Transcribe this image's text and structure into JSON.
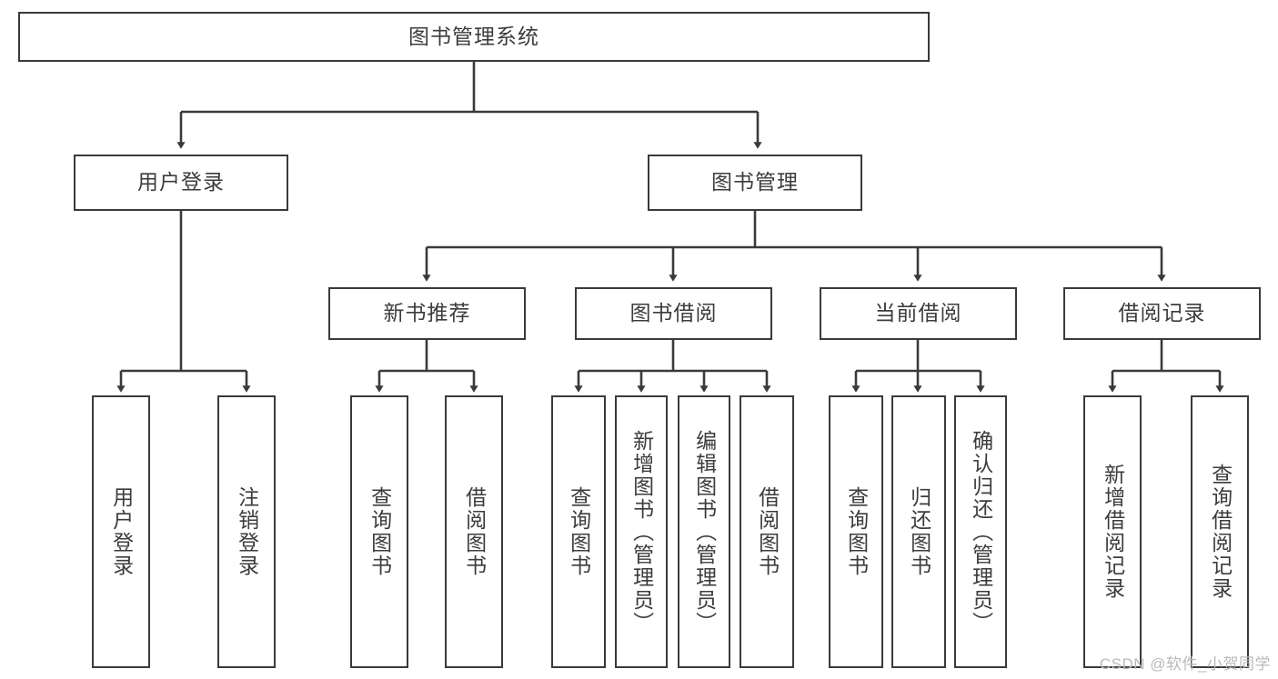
{
  "diagram": {
    "title": "图书管理系统",
    "watermark": "CSDN @软件_小贺同学",
    "colors": {
      "border": "#3a3a3a",
      "text": "#3c3c3c",
      "background": "#ffffff",
      "watermark": "#b9b9b9"
    },
    "nodes": {
      "root": {
        "label": "图书管理系统"
      },
      "level2": [
        {
          "label": "用户登录"
        },
        {
          "label": "图书管理"
        }
      ],
      "level3": [
        {
          "label": "新书推荐"
        },
        {
          "label": "图书借阅"
        },
        {
          "label": "当前借阅"
        },
        {
          "label": "借阅记录"
        }
      ],
      "leaves": {
        "user_login": [
          {
            "label": "用户登录"
          },
          {
            "label": "注销登录"
          }
        ],
        "new_book": [
          {
            "label": "查询图书"
          },
          {
            "label": "借阅图书"
          }
        ],
        "book_borrow": [
          {
            "label": "查询图书"
          },
          {
            "label": "新增图书（管理员）"
          },
          {
            "label": "编辑图书（管理员）"
          },
          {
            "label": "借阅图书"
          }
        ],
        "current_borrow": [
          {
            "label": "查询图书"
          },
          {
            "label": "归还图书"
          },
          {
            "label": "确认归还（管理员）"
          }
        ],
        "borrow_record": [
          {
            "label": "新增借阅记录"
          },
          {
            "label": "查询借阅记录"
          }
        ]
      }
    }
  }
}
